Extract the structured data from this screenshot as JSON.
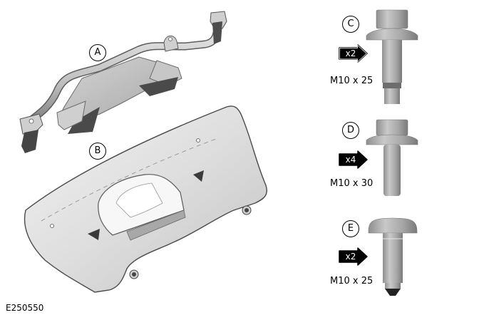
{
  "figure": {
    "reference_id": "E250550",
    "parts": [
      {
        "callout": "A",
        "description": "crossmember-bracket"
      },
      {
        "callout": "B",
        "description": "underbody-shield-plate"
      }
    ],
    "fasteners": [
      {
        "callout": "C",
        "quantity": "x2",
        "spec": "M10 x 25",
        "type": "flange-bolt"
      },
      {
        "callout": "D",
        "quantity": "x4",
        "spec": "M10 x 30",
        "type": "flange-bolt"
      },
      {
        "callout": "E",
        "quantity": "x2",
        "spec": "M10 x 25",
        "type": "push-pin-fastener"
      }
    ]
  },
  "colors": {
    "metal_light": "#d9d9d9",
    "metal_mid": "#a9a9a9",
    "metal_dark": "#6e6e6e",
    "badge": "#000000"
  }
}
